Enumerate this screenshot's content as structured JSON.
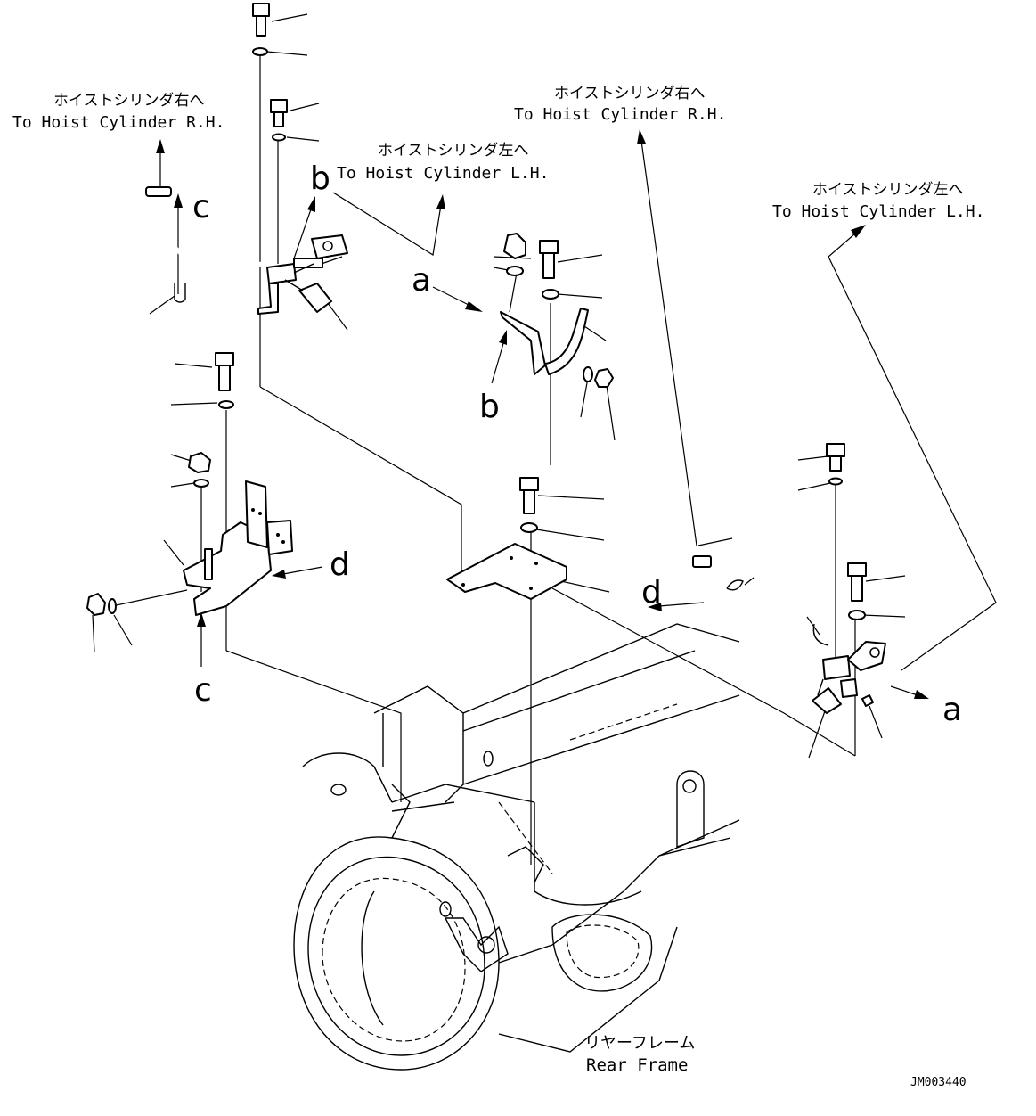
{
  "callouts": {
    "left_rh_jp": "ホイストシリンダ右へ",
    "left_rh_en": "To Hoist Cylinder R.H.",
    "center_lh_jp": "ホイストシリンダ左へ",
    "center_lh_en": "To Hoist Cylinder L.H.",
    "right_rh_jp": "ホイストシリンダ右へ",
    "right_rh_en": "To Hoist Cylinder R.H.",
    "right_lh_jp": "ホイストシリンダ左へ",
    "right_lh_en": "To Hoist Cylinder L.H."
  },
  "frame": {
    "jp": "リヤーフレーム",
    "en": "Rear Frame"
  },
  "refs": {
    "a1": "a",
    "a2": "a",
    "b1": "b",
    "b2": "b",
    "c1": "c",
    "c2": "c",
    "d1": "d",
    "d2": "d"
  },
  "drawing_number": "JM003440"
}
